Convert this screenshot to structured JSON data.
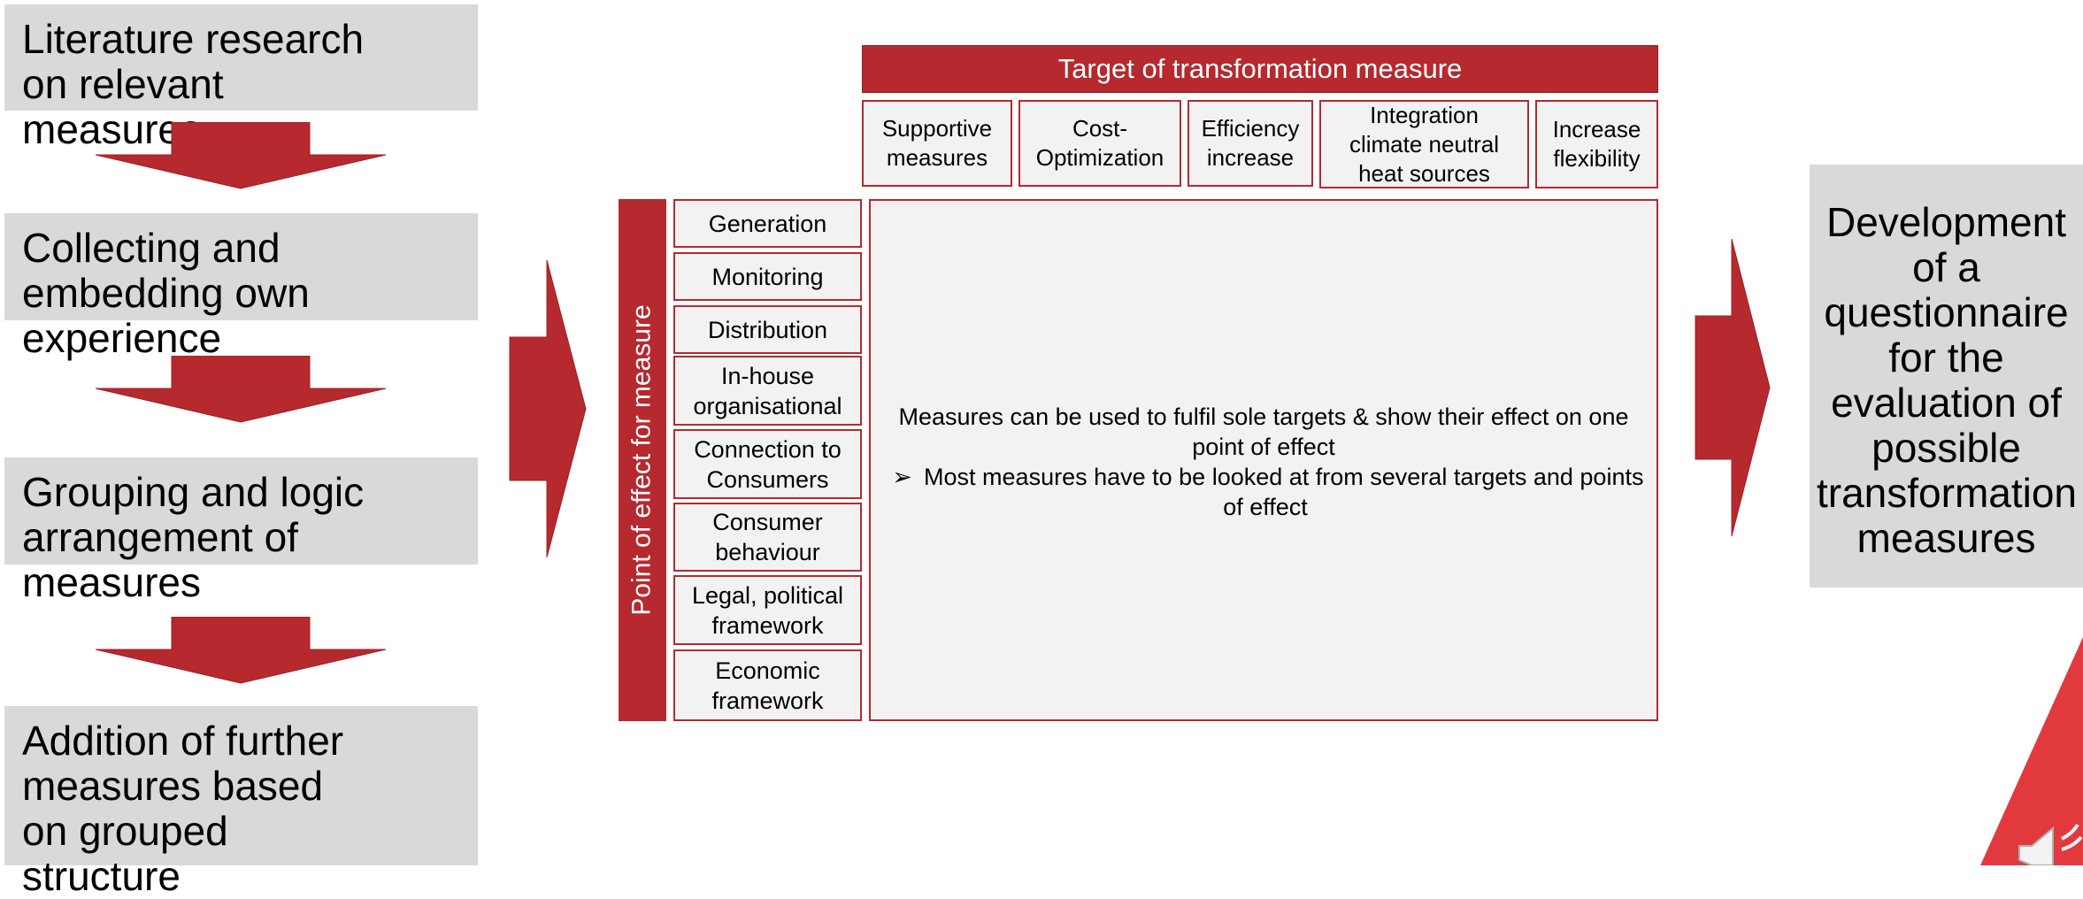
{
  "flow_steps": [
    {
      "label": "Literature research on relevant measures"
    },
    {
      "label": "Collecting and embedding own experience"
    },
    {
      "label": "Grouping and logic arrangement of measures"
    },
    {
      "label": "Addition of further measures based on grouped structure"
    }
  ],
  "matrix": {
    "column_header": "Target of transformation measure",
    "row_header": "Point of  effect for measure",
    "columns": [
      "Supportive measures",
      "Cost-Optimization",
      "Efficiency increase",
      "Integration climate neutral heat sources",
      "Increase flexibility"
    ],
    "rows": [
      "Generation",
      "Monitoring",
      "Distribution",
      "In-house organisational",
      "Connection to Consumers",
      "Consumer behaviour",
      "Legal, political framework",
      "Economic framework"
    ],
    "body_text": "Measures can be used to fulfil sole targets & show their effect on one point of effect",
    "bullet_symbol": "➢",
    "bullet_text": "Most measures have to be looked at from several targets and points of effect"
  },
  "result": {
    "label": "Development of a questionnaire for the evaluation of possible transformation measures"
  },
  "colors": {
    "accent_red": "#b5292f",
    "step_gray": "#d9d9d9",
    "cell_gray": "#f2f2f2"
  },
  "icons": {
    "corner_decoration": "speaker-icon"
  }
}
